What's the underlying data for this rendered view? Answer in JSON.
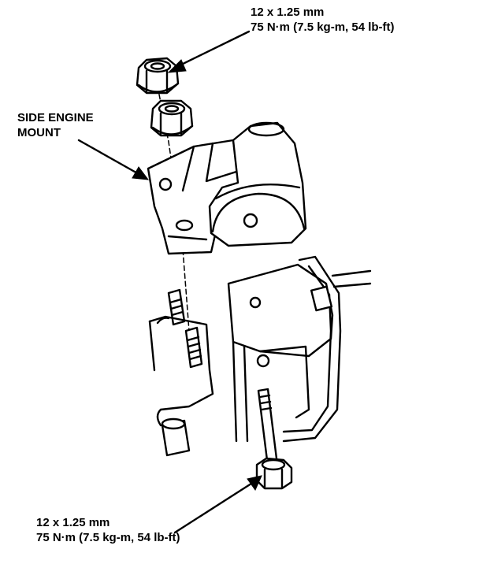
{
  "labels": {
    "top_spec": {
      "line1": "12 x 1.25 mm",
      "line2": "75 N·m (7.5 kg-m, 54 lb-ft)"
    },
    "mount": {
      "line1": "SIDE ENGINE",
      "line2": "MOUNT"
    },
    "bottom_spec": {
      "line1": "12 x 1.25 mm",
      "line2": "75 N·m (7.5 kg-m, 54 lb-ft)"
    }
  }
}
